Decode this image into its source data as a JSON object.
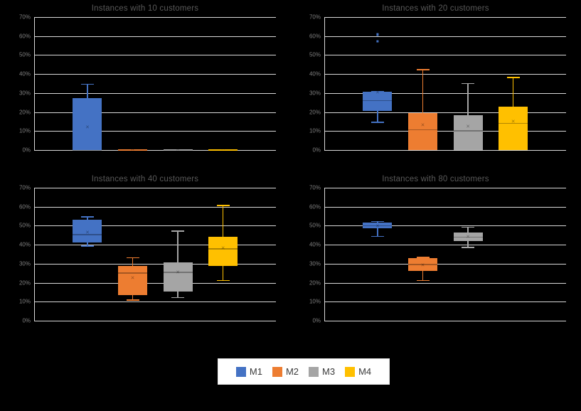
{
  "colors": {
    "background": "#000000",
    "m1": "#4472C4",
    "m2": "#ED7D31",
    "m3": "#A5A5A5",
    "m4": "#FFC000",
    "gridline": "#d9d9d9",
    "tick_text": "#7f7f7f",
    "title_text": "#595959",
    "legend_bg": "#ffffff"
  },
  "legend": {
    "position": "bottom-center",
    "items": [
      {
        "label": "M1",
        "color": "#4472C4"
      },
      {
        "label": "M2",
        "color": "#ED7D31"
      },
      {
        "label": "M3",
        "color": "#A5A5A5"
      },
      {
        "label": "M4",
        "color": "#FFC000"
      }
    ]
  },
  "axis": {
    "ylim": [
      0,
      70
    ],
    "ytick_labels": [
      "70%",
      "60%",
      "50%",
      "40%",
      "30%",
      "20%",
      "10%",
      "0%"
    ],
    "ytick_values": [
      70,
      60,
      50,
      40,
      30,
      20,
      10,
      0
    ],
    "grid": true
  },
  "chart_data": [
    {
      "type": "box",
      "title": "Instances with 10 customers",
      "xlabel": "",
      "ylabel": "",
      "ylim": [
        0,
        70
      ],
      "ytick_labels": [
        "70%",
        "60%",
        "50%",
        "40%",
        "30%",
        "20%",
        "10%",
        "0%"
      ],
      "grid": true,
      "series": [
        {
          "name": "M1",
          "color": "#4472C4",
          "whisker_low": 0.0,
          "q1": 0.0,
          "median": 0.0,
          "q3": 27.5,
          "whisker_high": 35.0,
          "mean": 12.0,
          "outliers": []
        },
        {
          "name": "M2",
          "color": "#ED7D31",
          "whisker_low": 0.0,
          "q1": 0.0,
          "median": 0.0,
          "q3": 0.0,
          "whisker_high": 0.0,
          "mean": 0.4,
          "outliers": []
        },
        {
          "name": "M3",
          "color": "#A5A5A5",
          "whisker_low": 0.0,
          "q1": 0.0,
          "median": 0.0,
          "q3": 0.0,
          "whisker_high": 0.0,
          "mean": 0.5,
          "outliers": []
        },
        {
          "name": "M4",
          "color": "#FFC000",
          "whisker_low": 0.0,
          "q1": 0.0,
          "median": 0.0,
          "q3": 0.0,
          "whisker_high": 0.0,
          "mean": 0.6,
          "outliers": []
        }
      ]
    },
    {
      "type": "box",
      "title": "Instances with 20 customers",
      "xlabel": "",
      "ylabel": "",
      "ylim": [
        0,
        70
      ],
      "ytick_labels": [
        "70%",
        "60%",
        "50%",
        "40%",
        "30%",
        "20%",
        "10%",
        "0%"
      ],
      "grid": true,
      "series": [
        {
          "name": "M1",
          "color": "#4472C4",
          "whisker_low": 14.2,
          "q1": 20.5,
          "median": 26.2,
          "q3": 30.6,
          "whisker_high": 31.0,
          "mean": 30.4,
          "outliers": [
            62.0,
            58.5
          ]
        },
        {
          "name": "M2",
          "color": "#ED7D31",
          "whisker_low": 0.0,
          "q1": 0.0,
          "median": 11.0,
          "q3": 19.6,
          "whisker_high": 42.6,
          "mean": 13.2,
          "outliers": []
        },
        {
          "name": "M3",
          "color": "#A5A5A5",
          "whisker_low": 0.0,
          "q1": 0.0,
          "median": 10.3,
          "q3": 18.3,
          "whisker_high": 35.3,
          "mean": 12.3,
          "outliers": []
        },
        {
          "name": "M4",
          "color": "#FFC000",
          "whisker_low": 0.0,
          "q1": 0.0,
          "median": 14.3,
          "q3": 22.8,
          "whisker_high": 38.5,
          "mean": 14.8,
          "outliers": []
        }
      ]
    },
    {
      "type": "box",
      "title": "Instances with 40 customers",
      "xlabel": "",
      "ylabel": "",
      "ylim": [
        0,
        70
      ],
      "ytick_labels": [
        "70%",
        "60%",
        "50%",
        "40%",
        "30%",
        "20%",
        "10%",
        "0%"
      ],
      "grid": true,
      "series": [
        {
          "name": "M1",
          "color": "#4472C4",
          "whisker_low": 39.0,
          "q1": 41.0,
          "median": 45.5,
          "q3": 53.2,
          "whisker_high": 55.0,
          "mean": 46.5,
          "outliers": []
        },
        {
          "name": "M2",
          "color": "#ED7D31",
          "whisker_low": 10.5,
          "q1": 13.5,
          "median": 25.3,
          "q3": 28.8,
          "whisker_high": 33.5,
          "mean": 22.5,
          "outliers": []
        },
        {
          "name": "M3",
          "color": "#A5A5A5",
          "whisker_low": 11.8,
          "q1": 15.2,
          "median": 25.7,
          "q3": 30.8,
          "whisker_high": 47.5,
          "mean": 25.5,
          "outliers": []
        },
        {
          "name": "M4",
          "color": "#FFC000",
          "whisker_low": 20.8,
          "q1": 28.7,
          "median": 38.0,
          "q3": 44.0,
          "whisker_high": 61.0,
          "mean": 38.2,
          "outliers": []
        }
      ]
    },
    {
      "type": "box",
      "title": "Instances with 80 customers",
      "xlabel": "",
      "ylabel": "",
      "ylim": [
        0,
        70
      ],
      "ytick_labels": [
        "70%",
        "60%",
        "50%",
        "40%",
        "30%",
        "20%",
        "10%",
        "0%"
      ],
      "grid": true,
      "series": [
        {
          "name": "M1",
          "color": "#4472C4",
          "whisker_low": 44.0,
          "q1": 48.6,
          "median": 50.2,
          "q3": 51.5,
          "whisker_high": 52.5,
          "mean": 49.8,
          "outliers": []
        },
        {
          "name": "M2",
          "color": "#ED7D31",
          "whisker_low": 20.8,
          "q1": 26.2,
          "median": 29.8,
          "q3": 33.0,
          "whisker_high": 33.6,
          "mean": 29.3,
          "outliers": []
        },
        {
          "name": "M3",
          "color": "#A5A5A5",
          "whisker_low": 38.2,
          "q1": 42.0,
          "median": 44.2,
          "q3": 46.3,
          "whisker_high": 49.5,
          "mean": 44.0,
          "outliers": []
        }
      ]
    }
  ]
}
